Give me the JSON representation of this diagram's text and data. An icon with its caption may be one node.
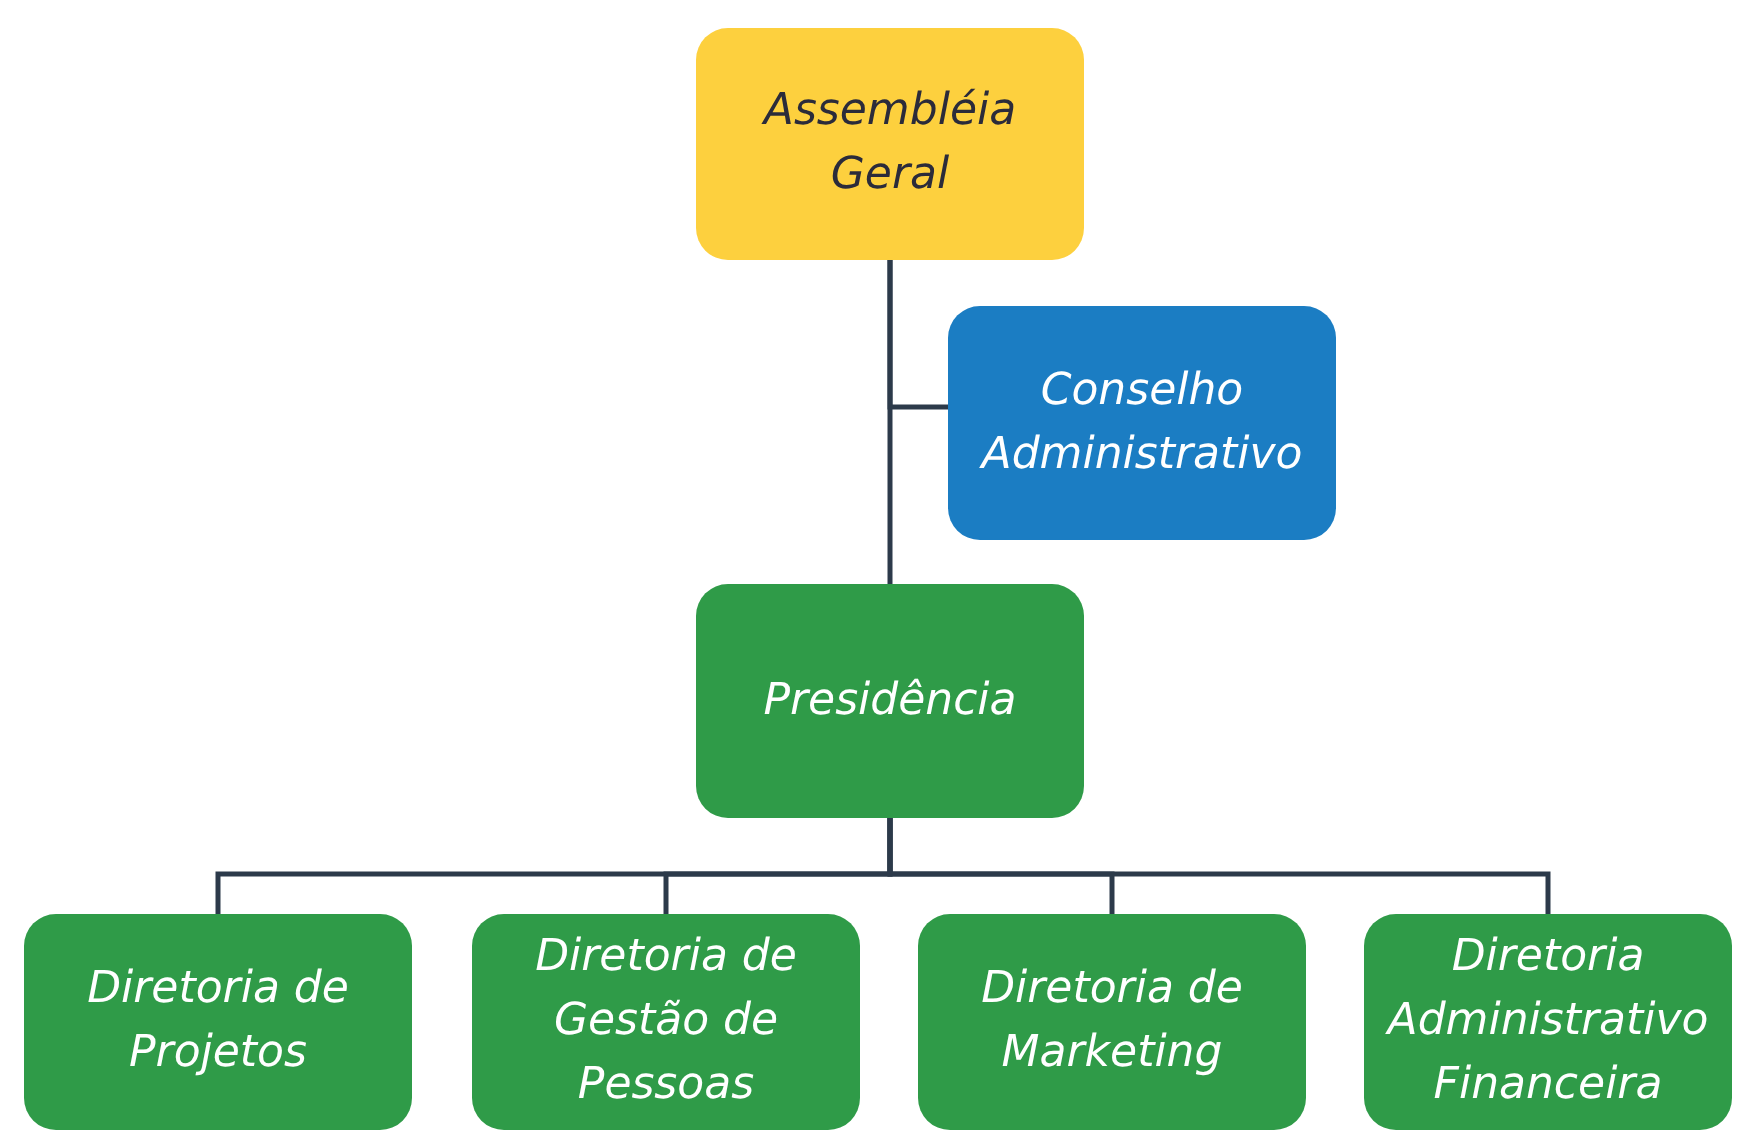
{
  "diagram": {
    "nodes": [
      {
        "text": [
          "Assembléia Geral"
        ]
      },
      {
        "text": [
          "Conselho Administrativo"
        ]
      },
      {
        "text": [
          "Presidência"
        ]
      },
      {
        "text": [
          "Diretoria de Projetos"
        ]
      },
      {
        "text": [
          "Diretoria de Gestão de Pessoas"
        ]
      },
      {
        "text": [
          "Diretoria de Marketing"
        ]
      },
      {
        "text": [
          "Diretoria Administrativo Financeira"
        ]
      }
    ],
    "edges": [
      {
        "from": 0,
        "to": 1,
        "arrow": "none"
      },
      {
        "from": 0,
        "to": 2,
        "arrow": "none"
      },
      {
        "from": 2,
        "to": 3,
        "arrow": "none"
      },
      {
        "from": 2,
        "to": 4,
        "arrow": "none"
      },
      {
        "from": 2,
        "to": 5,
        "arrow": "none"
      },
      {
        "from": 2,
        "to": 6,
        "arrow": "none"
      }
    ]
  }
}
